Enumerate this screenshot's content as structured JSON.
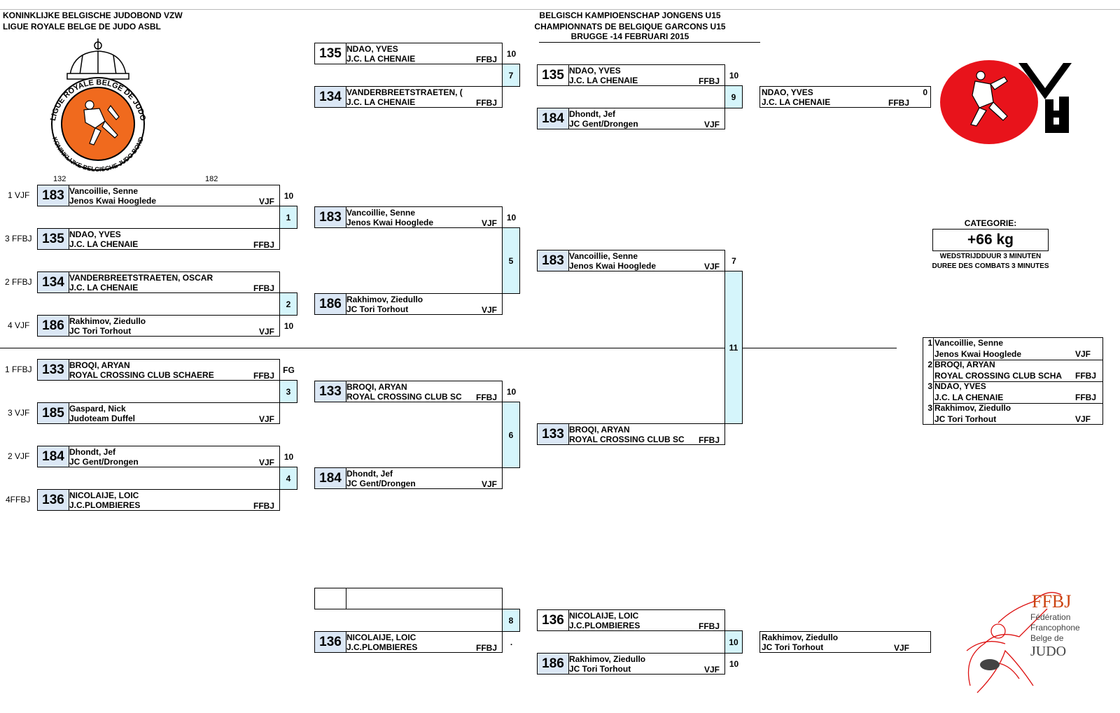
{
  "header": {
    "org_nl": "KONINKLIJKE BELGISCHE JUDOBOND VZW",
    "org_fr": "LIGUE ROYALE BELGE DE JUDO ASBL",
    "title_nl": "BELGISCH KAMPIOENSCHAP JONGENS U15",
    "title_fr": "CHAMPIONNATS DE BELGIQUE GARCONS U15",
    "date": "BRUGGE -14 FEBRUARI 2015"
  },
  "logos": {
    "lrbj_arc": "LIGUE ROYALE BELGE DE JUDO",
    "lrbj_bottom": "KONINKLIJKE BELGISCHE JUDO BOND",
    "ffbj_acronym": "FFBJ",
    "ffbj_line1": "Fédération",
    "ffbj_line2": "Francophone",
    "ffbj_line3": "Belge de",
    "ffbj_line4": "JUDO"
  },
  "category": {
    "label": "CATEGORIE:",
    "weight": "+66 kg",
    "duration_nl": "WEDSTRIJDDUUR 3 MINUTEN",
    "duration_fr": "DUREE DES COMBATS 3 MINUTES"
  },
  "pool_numbers": {
    "left": "132",
    "right": "182"
  },
  "seeds": [
    "1 VJF",
    "3 FFBJ",
    "2 FFBJ",
    "4 VJF",
    "1 FFBJ",
    "3 VJF",
    "2 VJF",
    "4FFBJ"
  ],
  "entries": [
    {
      "num": "183",
      "name": "Vancoillie, Senne",
      "club": "Jenos Kwai Hooglede",
      "fed": "VJF"
    },
    {
      "num": "135",
      "name": "NDAO, YVES",
      "club": "J.C. LA CHENAIE",
      "fed": "FFBJ"
    },
    {
      "num": "134",
      "name": "VANDERBREETSTRAETEN, OSCAR",
      "club": "J.C. LA CHENAIE",
      "fed": "FFBJ"
    },
    {
      "num": "186",
      "name": "Rakhimov, Ziedullo",
      "club": "JC Tori Torhout",
      "fed": "VJF"
    },
    {
      "num": "133",
      "name": "BROQI, ARYAN",
      "club": "ROYAL CROSSING CLUB SCHAERE",
      "fed": "FFBJ"
    },
    {
      "num": "185",
      "name": "Gaspard, Nick",
      "club": "Judoteam Duffel",
      "fed": "VJF"
    },
    {
      "num": "184",
      "name": "Dhondt, Jef",
      "club": "JC Gent/Drongen",
      "fed": "VJF"
    },
    {
      "num": "136",
      "name": "NICOLAIJE, LOIC",
      "club": "J.C.PLOMBIERES",
      "fed": "FFBJ"
    }
  ],
  "round1_scores": [
    "10",
    "",
    "",
    "10",
    "FG",
    "",
    "10",
    ""
  ],
  "round1_bouts": [
    "1",
    "2",
    "3",
    "4"
  ],
  "round2": [
    {
      "num": "183",
      "name": "Vancoillie, Senne",
      "club": "Jenos Kwai Hooglede",
      "fed": "VJF",
      "score": "10"
    },
    {
      "num": "186",
      "name": "Rakhimov, Ziedullo",
      "club": "JC Tori Torhout",
      "fed": "VJF",
      "score": ""
    },
    {
      "num": "133",
      "name": "BROQI, ARYAN",
      "club": "ROYAL CROSSING CLUB SC",
      "fed": "FFBJ",
      "score": "10"
    },
    {
      "num": "184",
      "name": "Dhondt, Jef",
      "club": "JC Gent/Drongen",
      "fed": "VJF",
      "score": ""
    }
  ],
  "round2_bouts": [
    "5",
    "6"
  ],
  "semis": [
    {
      "num": "183",
      "name": "Vancoillie, Senne",
      "club": "Jenos Kwai Hooglede",
      "fed": "VJF",
      "score": "7"
    },
    {
      "num": "133",
      "name": "BROQI, ARYAN",
      "club": "ROYAL CROSSING CLUB SC",
      "fed": "FFBJ",
      "score": ""
    }
  ],
  "final_bout": "11",
  "repechage_a": [
    {
      "num": "135",
      "name": "NDAO, YVES",
      "club": "J.C. LA CHENAIE",
      "fed": "FFBJ",
      "score": "10"
    },
    {
      "num": "134",
      "name": "VANDERBREETSTRAETEN, (",
      "club": "J.C. LA CHENAIE",
      "fed": "FFBJ",
      "score": ""
    }
  ],
  "repechage_a_bout": "7",
  "bronze_a": [
    {
      "num": "135",
      "name": "NDAO, YVES",
      "club": "J.C. LA CHENAIE",
      "fed": "FFBJ",
      "score": "10"
    },
    {
      "num": "184",
      "name": "Dhondt, Jef",
      "club": "JC Gent/Drongen",
      "fed": "VJF",
      "score": ""
    }
  ],
  "bronze_a_bout": "9",
  "bronze_a_winner": {
    "name": "NDAO, YVES",
    "club": "J.C. LA CHENAIE",
    "fed": "FFBJ",
    "score": "0"
  },
  "repechage_b": [
    {
      "num": "",
      "name": "",
      "club": "",
      "fed": "",
      "score": ""
    },
    {
      "num": "136",
      "name": "NICOLAIJE, LOIC",
      "club": "J.C.PLOMBIERES",
      "fed": "FFBJ",
      "score": "."
    }
  ],
  "repechage_b_bout": "8",
  "bronze_b": [
    {
      "num": "136",
      "name": "NICOLAIJE, LOIC",
      "club": "J.C.PLOMBIERES",
      "fed": "FFBJ",
      "score": ""
    },
    {
      "num": "186",
      "name": "Rakhimov, Ziedullo",
      "club": "JC Tori Torhout",
      "fed": "VJF",
      "score": "10"
    }
  ],
  "bronze_b_bout": "10",
  "bronze_b_winner": {
    "name": "Rakhimov, Ziedullo",
    "club": "JC Tori Torhout",
    "fed": "VJF"
  },
  "results": [
    {
      "place": "1",
      "name": "Vancoillie, Senne",
      "club": "Jenos Kwai Hooglede",
      "fed": "VJF"
    },
    {
      "place": "2",
      "name": "BROQI, ARYAN",
      "club": "ROYAL CROSSING CLUB SCHA",
      "fed": "FFBJ"
    },
    {
      "place": "3",
      "name": "NDAO, YVES",
      "club": "J.C. LA CHENAIE",
      "fed": "FFBJ"
    },
    {
      "place": "3",
      "name": "Rakhimov, Ziedullo",
      "club": "JC Tori Torhout",
      "fed": "VJF"
    }
  ],
  "colors": {
    "score_highlight": "#d5f5fb",
    "number_highlight": "#dbe7f5",
    "logo_orange": "#f06a1e",
    "logo_red": "#e8131b"
  }
}
